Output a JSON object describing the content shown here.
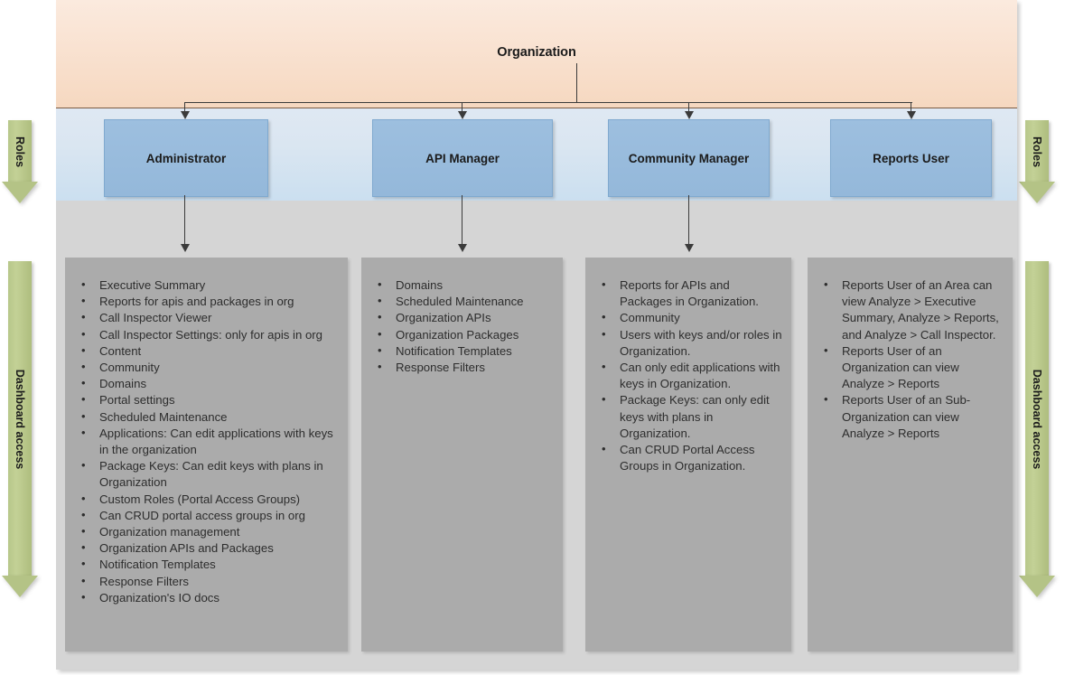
{
  "diagram": {
    "title": "Organization",
    "bands": {
      "organization_label": "Organization",
      "roles_label": "Roles",
      "dashboard_label": "Dashboard access"
    },
    "colors": {
      "org_band": "#f7dcc6",
      "roles_band": "#d7e5f2",
      "access_band": "#d5d5d5",
      "role_box": "#98bcdc",
      "detail_panel": "#ababab",
      "green_arrow": "#b7c78a",
      "connector": "#3b3b3b"
    },
    "side_arrows": [
      {
        "label": "Roles",
        "side": "left"
      },
      {
        "label": "Dashboard access",
        "side": "left"
      },
      {
        "label": "Roles",
        "side": "right"
      },
      {
        "label": "Dashboard access",
        "side": "right"
      }
    ],
    "roles": [
      {
        "name": "Administrator",
        "permissions": [
          "Executive Summary",
          "Reports for apis and packages in org",
          "Call Inspector Viewer",
          "Call Inspector Settings: only for apis in org",
          "Content",
          "Community",
          "Domains",
          "Portal settings",
          "Scheduled Maintenance",
          "Applications: Can edit applications with keys in the organization",
          "Package Keys: Can edit keys with plans in Organization",
          "Custom Roles (Portal Access Groups)",
          "Can CRUD portal access groups in org",
          "Organization management",
          "Organization APIs and Packages",
          "Notification Templates",
          "Response Filters",
          "Organization's IO docs"
        ]
      },
      {
        "name": "API Manager",
        "permissions": [
          "Domains",
          "Scheduled Maintenance",
          "Organization APIs",
          "Organization Packages",
          "Notification Templates",
          "Response Filters"
        ]
      },
      {
        "name": "Community Manager",
        "permissions": [
          "Reports for APIs and Packages in Organization.",
          "Community",
          "Users with keys and/or roles in Organization.",
          "Can only edit applications with keys in Organization.",
          "Package Keys: can only edit keys with plans in Organization.",
          "Can CRUD Portal Access Groups in Organization."
        ]
      },
      {
        "name": "Reports User",
        "permissions": [
          "Reports User of an Area can view Analyze > Executive Summary, Analyze > Reports, and Analyze > Call Inspector.",
          "Reports User of an Organization can view Analyze > Reports",
          "Reports User of an Sub-Organization can view Analyze > Reports"
        ]
      }
    ]
  }
}
